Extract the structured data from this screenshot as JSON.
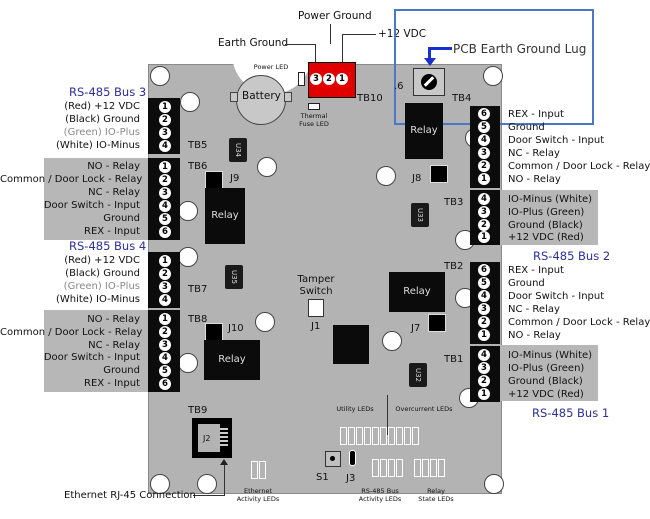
{
  "top_labels": {
    "power_ground": "Power Ground",
    "earth_ground": "Earth Ground",
    "plus12vdc": "+12 VDC",
    "pcb_earth_lug": "PCB Earth Ground Lug"
  },
  "board": {
    "power_led": "Power LED",
    "battery": "Battery",
    "tb10": "TB10",
    "tb10_pins": [
      "3",
      "2",
      "1"
    ],
    "thermal_fuse_led": "Thermal Fuse LED",
    "tb4_partial": ".6",
    "tb4": "TB4",
    "tb5": "TB5",
    "tb6": "TB6",
    "tb7": "TB7",
    "tb8": "TB8",
    "tb9": "TB9",
    "tb3": "TB3",
    "tb2": "TB2",
    "tb1": "TB1",
    "j9": "J9",
    "j8": "J8",
    "j10": "J10",
    "j7": "J7",
    "j1": "J1",
    "j2": "J2",
    "j3": "J3",
    "s1": "S1",
    "u34": "U34",
    "u33": "U33",
    "u35": "U35",
    "u32": "U32",
    "relay": "Relay",
    "tamper_switch": "Tamper Switch",
    "utility_leds": "Utility LEDs",
    "overcurrent_leds": "Overcurrent LEDs",
    "ethernet_activity_leds": "Ethernet Activity LEDs",
    "rs485_activity_leds": "RS-485 Bus Activity LEDs",
    "relay_state_leds": "Relay State LEDs"
  },
  "left": {
    "bus3": {
      "title": "RS-485 Bus 3",
      "pins": [
        "1",
        "2",
        "3",
        "4"
      ],
      "labels": [
        "(Red) +12 VDC",
        "(Black) Ground",
        "(Green) IO-Plus",
        "(White) IO-Minus"
      ]
    },
    "door_top": {
      "pins": [
        "1",
        "2",
        "3",
        "4",
        "5",
        "6"
      ],
      "labels": [
        "NO - Relay",
        "Common / Door Lock - Relay",
        "NC - Relay",
        "Door Switch - Input",
        "Ground",
        "REX - Input"
      ]
    },
    "bus4": {
      "title": "RS-485 Bus 4",
      "pins": [
        "1",
        "2",
        "3",
        "4"
      ],
      "labels": [
        "(Red) +12 VDC",
        "(Black) Ground",
        "(Green) IO-Plus",
        "(White) IO-Minus"
      ]
    },
    "door_bottom": {
      "pins": [
        "1",
        "2",
        "3",
        "4",
        "5",
        "6"
      ],
      "labels": [
        "NO - Relay",
        "Common / Door Lock - Relay",
        "NC - Relay",
        "Door Switch - Input",
        "Ground",
        "REX - Input"
      ]
    }
  },
  "right": {
    "door_top": {
      "pins": [
        "6",
        "5",
        "4",
        "3",
        "2",
        "1"
      ],
      "labels": [
        "REX - Input",
        "Ground",
        "Door Switch - Input",
        "NC - Relay",
        "Common / Door Lock - Relay",
        "NO - Relay"
      ]
    },
    "bus2": {
      "title": "RS-485 Bus 2",
      "pins": [
        "4",
        "3",
        "2",
        "1"
      ],
      "labels": [
        "IO-Minus (White)",
        "IO-Plus (Green)",
        "Ground (Black)",
        "+12 VDC (Red)"
      ]
    },
    "door_bottom": {
      "pins": [
        "6",
        "5",
        "4",
        "3",
        "2",
        "1"
      ],
      "labels": [
        "REX - Input",
        "Ground",
        "Door Switch - Input",
        "NC - Relay",
        "Common / Door Lock - Relay",
        "NO - Relay"
      ]
    },
    "bus1": {
      "title": "RS-485 Bus 1",
      "pins": [
        "4",
        "3",
        "2",
        "1"
      ],
      "labels": [
        "IO-Minus (White)",
        "IO-Plus (Green)",
        "Ground (Black)",
        "+12 VDC (Red)"
      ]
    }
  },
  "bottom": {
    "ethernet_rj45": "Ethernet RJ-45 Connection"
  },
  "colors": {
    "bus_title": "#2b2f9a",
    "power_block": "#e00000",
    "highlight_box": "#4a78c8",
    "green_text": "#8a8a8a"
  }
}
